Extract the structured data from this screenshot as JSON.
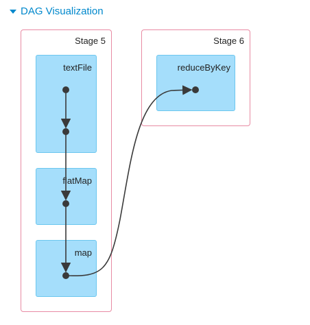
{
  "header": {
    "title": "DAG Visualization",
    "icon": "caret-down-icon",
    "color": "#0088cc"
  },
  "stages": [
    {
      "label": "Stage 5"
    },
    {
      "label": "Stage 6"
    }
  ],
  "rdds": [
    {
      "label": "textFile"
    },
    {
      "label": "flatMap"
    },
    {
      "label": "map"
    },
    {
      "label": "reduceByKey"
    }
  ],
  "colors": {
    "stage_border": "#e88aa3",
    "rdd_fill": "#a5defb",
    "rdd_border": "#6bc6ee",
    "edge": "#3a3a3a"
  }
}
